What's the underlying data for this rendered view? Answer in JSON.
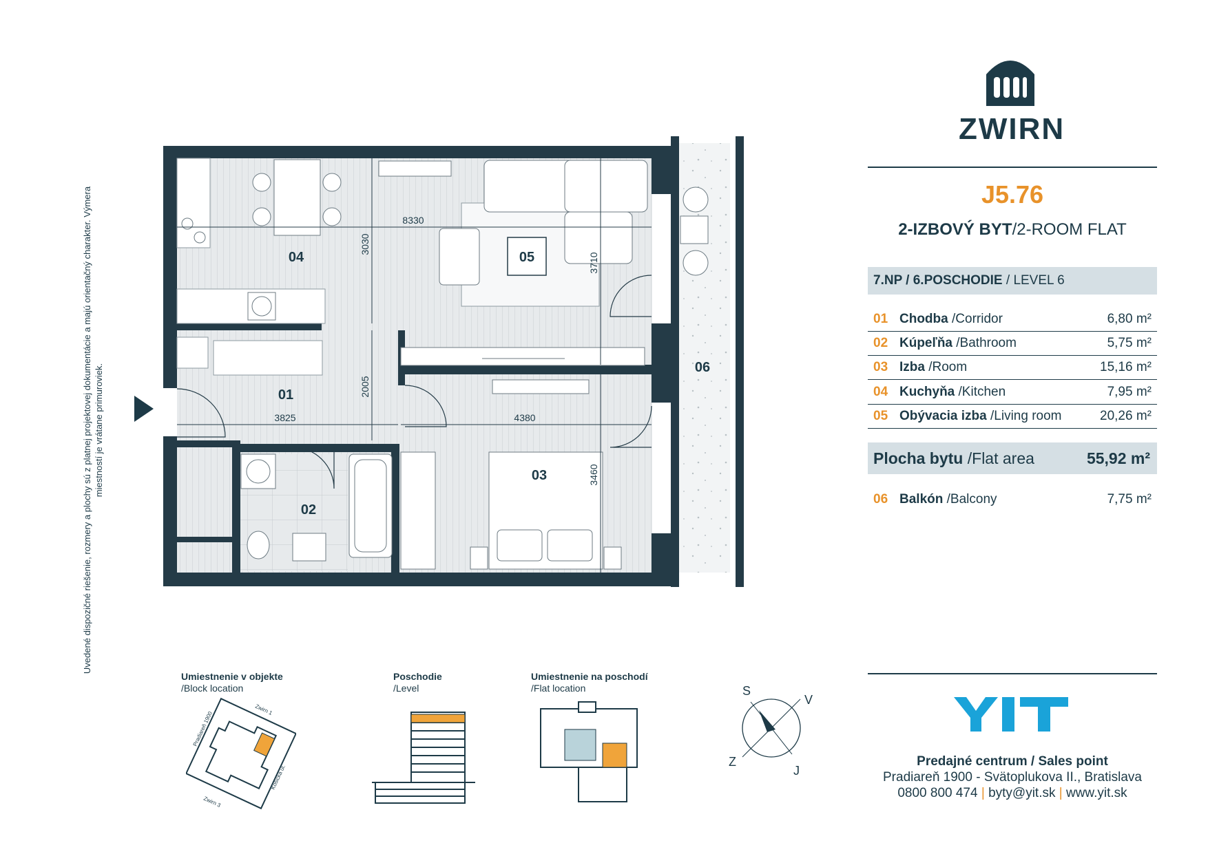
{
  "side_note": "Uvedené dispozičné riešenie, rozmery a plochy sú z platnej projektovej dokumentácie a majú orientačný charakter. Výmera miestností je vrátane primuroviek.",
  "brand": {
    "name": "ZWIRN",
    "color": "#1d3a47",
    "accent": "#e8922a",
    "icon": "building-arches-icon"
  },
  "flat": {
    "code": "J5.76",
    "type_sk": "2-IZBOVÝ BYT",
    "type_en": "/2-ROOM FLAT",
    "level_sk": "7.NP / 6.POSCHODIE",
    "level_en": " / LEVEL 6"
  },
  "rooms": [
    {
      "num": "01",
      "name_sk": "Chodba",
      "name_en": " /Corridor",
      "area": "6,80 m²"
    },
    {
      "num": "02",
      "name_sk": "Kúpeľňa",
      "name_en": " /Bathroom",
      "area": "5,75 m²"
    },
    {
      "num": "03",
      "name_sk": "Izba",
      "name_en": " /Room",
      "area": "15,16 m²"
    },
    {
      "num": "04",
      "name_sk": "Kuchyňa",
      "name_en": " /Kitchen",
      "area": "7,95 m²"
    },
    {
      "num": "05",
      "name_sk": "Obývacia izba",
      "name_en": " /Living room",
      "area": "20,26 m²"
    }
  ],
  "flat_area": {
    "label_sk": "Plocha bytu",
    "label_en": " /Flat area",
    "value": "55,92 m²"
  },
  "balcony": {
    "num": "06",
    "name_sk": "Balkón",
    "name_en": " /Balcony",
    "area": "7,75 m²"
  },
  "plan": {
    "room_labels": [
      "01",
      "02",
      "03",
      "04",
      "05",
      "06"
    ],
    "dimensions": [
      "8330",
      "3030",
      "3710",
      "3825",
      "2005",
      "4380",
      "3460"
    ]
  },
  "mini_maps": {
    "block": {
      "title_sk": "Umiestnenie v objekte",
      "title_en": "/Block location",
      "streets": [
        "Zwirn 1",
        "Pradiareň 1900",
        "Zwirn 3",
        "Košická ul."
      ]
    },
    "level": {
      "title_sk": "Poschodie",
      "title_en": "/Level"
    },
    "flat": {
      "title_sk": "Umiestnenie na poschodí",
      "title_en": "/Flat location"
    }
  },
  "compass": {
    "n": "S",
    "e": "V",
    "s": "J",
    "w": "Z"
  },
  "sales": {
    "logo": "YIT",
    "logo_color": "#1aa3d9",
    "title": "Predajné centrum / Sales point",
    "address": "Pradiareň 1900 - Svätoplukova II., Bratislava",
    "phone": "0800 800 474",
    "email": "byty@yit.sk",
    "web": "www.yit.sk"
  }
}
